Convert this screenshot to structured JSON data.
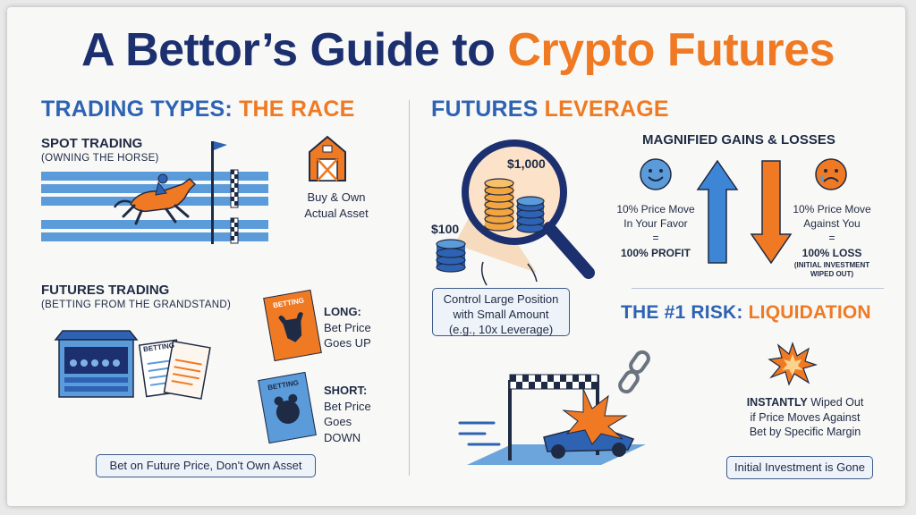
{
  "title": {
    "part1": "A Bettor’s Guide to",
    "part2": "Crypto Futures"
  },
  "left": {
    "heading": {
      "part1": "TRADING TYPES:",
      "part2": "THE RACE"
    },
    "spot": {
      "title": "SPOT TRADING",
      "subtitle": "(OWNING THE HORSE)",
      "caption_line1": "Buy & Own",
      "caption_line2": "Actual Asset"
    },
    "futures": {
      "title": "FUTURES TRADING",
      "subtitle": "(BETTING FROM THE GRANDSTAND)",
      "ticket_label": "BETTING",
      "long_title": "LONG:",
      "long_line1": "Bet Price",
      "long_line2": "Goes UP",
      "short_title": "SHORT:",
      "short_line1": "Bet Price",
      "short_line2": "Goes DOWN",
      "footer": "Bet on Future Price, Don't Own Asset"
    }
  },
  "right": {
    "heading": {
      "part1": "FUTURES",
      "part2": "LEVERAGE"
    },
    "amount_big": "$1,000",
    "amount_small": "$100",
    "control_line1": "Control Large Position",
    "control_line2": "with Small Amount",
    "control_line3": "(e.g., 10x Leverage)",
    "magnified_title": "MAGNIFIED GAINS & LOSSES",
    "gain_line1": "10% Price Move",
    "gain_line2": "In Your Favor",
    "gain_eq": "=",
    "gain_result": "100% PROFIT",
    "loss_line1": "10% Price Move",
    "loss_line2": "Against You",
    "loss_eq": "=",
    "loss_result": "100% LOSS",
    "loss_note_line1": "(INITIAL INVESTMENT",
    "loss_note_line2": "WIPED OUT)",
    "risk_heading": {
      "part1": "THE #1 RISK:",
      "part2": "LIQUIDATION"
    },
    "risk_line1_bold": "INSTANTLY",
    "risk_line1_rest": " Wiped Out",
    "risk_line2": "if Price Moves Against",
    "risk_line3": "Bet by Specific Margin",
    "risk_footer": "Initial Investment is Gone"
  },
  "colors": {
    "navy": "#1c2f6e",
    "orange": "#ef7a23",
    "blue": "#2e63b4",
    "light_blue": "#5b9bd9"
  }
}
